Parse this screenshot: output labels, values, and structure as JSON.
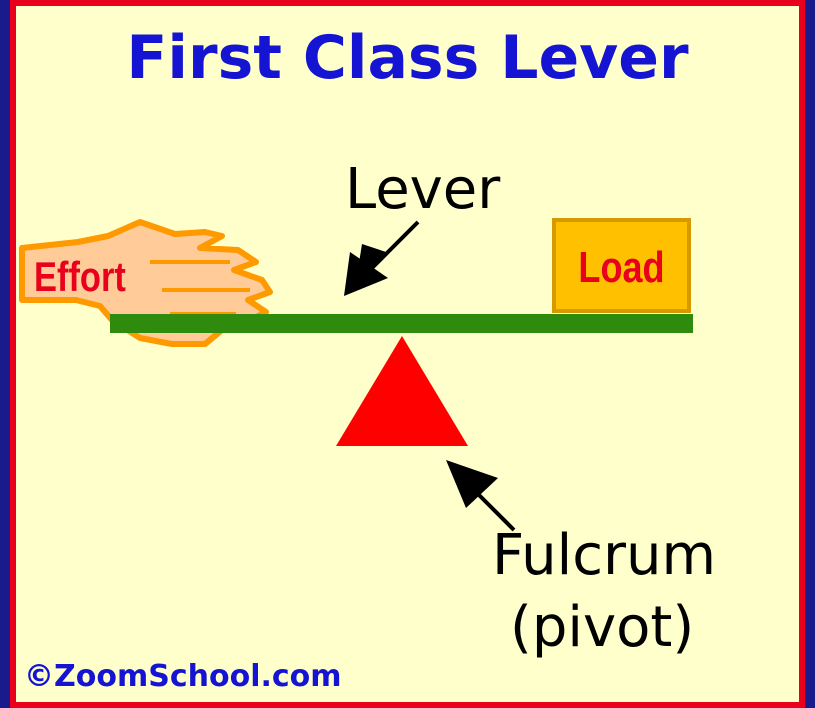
{
  "diagram": {
    "title": "First Class Lever",
    "labels": {
      "lever": "Lever",
      "load": "Load",
      "effort": "Effort",
      "fulcrum": "Fulcrum",
      "pivot": "(pivot)"
    },
    "credit": "©ZoomSchool.com"
  },
  "colors": {
    "title": "#1414d2",
    "frame_border": "#e8001c",
    "background": "#ffffcc",
    "outer": "#1a1a8c",
    "beam": "#2e8b0e",
    "fulcrum": "#ff0000",
    "load_box": "#ffc000",
    "hand": "#ffcc99",
    "hand_outline": "#ff9900",
    "label_red": "#e8001c"
  },
  "icons": {
    "hand": "hand-icon",
    "fulcrum": "triangle-icon",
    "arrows": "arrow-icon"
  }
}
